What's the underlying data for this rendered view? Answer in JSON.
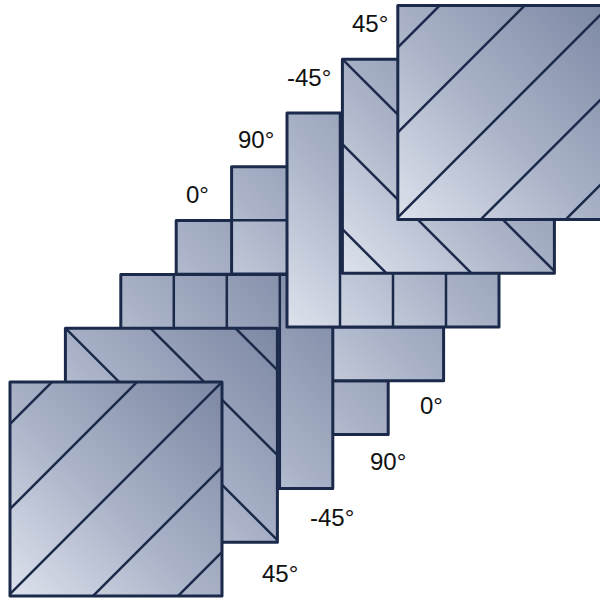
{
  "diagram": {
    "labels": [
      "45°",
      "-45°",
      "90°",
      "0°",
      "0°",
      "90°",
      "-45°",
      "45°"
    ]
  }
}
